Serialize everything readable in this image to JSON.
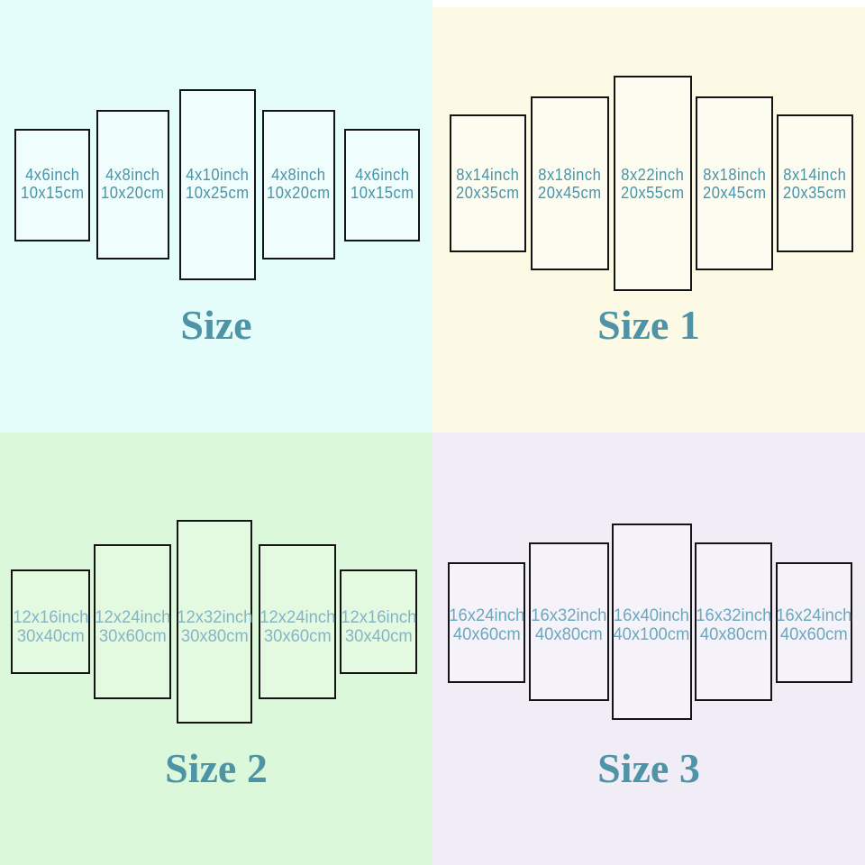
{
  "colors": {
    "page_background": "#ffffff",
    "panel_border": "#141414",
    "title_text": "#4f93a6",
    "label_text_top_quadrants": "#4a93a8",
    "label_text_q3": "#85b5c5",
    "label_text_q4": "#6ba8bd",
    "q1_background": "#e4fcfa",
    "q2_background": "#fcfae5",
    "q3_background": "#dbf8da",
    "q4_background": "#f1edf7"
  },
  "quadrants": [
    {
      "title": "Size",
      "panels": [
        {
          "inch": "4x6inch",
          "cm": "10x15cm"
        },
        {
          "inch": "4x8inch",
          "cm": "10x20cm"
        },
        {
          "inch": "4x10inch",
          "cm": "10x25cm"
        },
        {
          "inch": "4x8inch",
          "cm": "10x20cm"
        },
        {
          "inch": "4x6inch",
          "cm": "10x15cm"
        }
      ]
    },
    {
      "title": "Size 1",
      "panels": [
        {
          "inch": "8x14inch",
          "cm": "20x35cm"
        },
        {
          "inch": "8x18inch",
          "cm": "20x45cm"
        },
        {
          "inch": "8x22inch",
          "cm": "20x55cm"
        },
        {
          "inch": "8x18inch",
          "cm": "20x45cm"
        },
        {
          "inch": "8x14inch",
          "cm": "20x35cm"
        }
      ]
    },
    {
      "title": "Size 2",
      "panels": [
        {
          "inch": "12x16inch",
          "cm": "30x40cm"
        },
        {
          "inch": "12x24inch",
          "cm": "30x60cm"
        },
        {
          "inch": "12x32inch",
          "cm": "30x80cm"
        },
        {
          "inch": "12x24inch",
          "cm": "30x60cm"
        },
        {
          "inch": "12x16inch",
          "cm": "30x40cm"
        }
      ]
    },
    {
      "title": "Size 3",
      "panels": [
        {
          "inch": "16x24inch",
          "cm": "40x60cm"
        },
        {
          "inch": "16x32inch",
          "cm": "40x80cm"
        },
        {
          "inch": "16x40inch",
          "cm": "40x100cm"
        },
        {
          "inch": "16x32inch",
          "cm": "40x80cm"
        },
        {
          "inch": "16x24inch",
          "cm": "40x60cm"
        }
      ]
    }
  ]
}
